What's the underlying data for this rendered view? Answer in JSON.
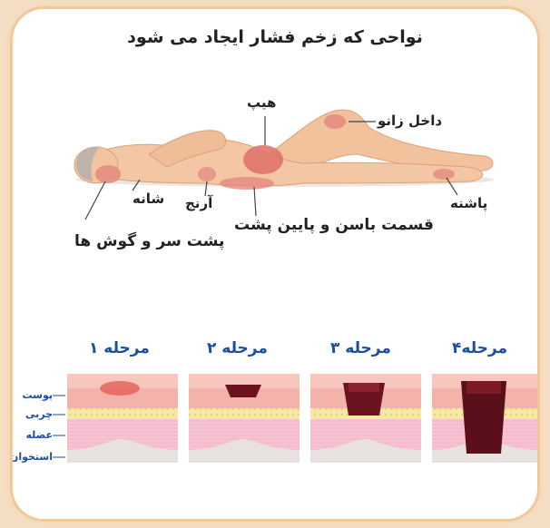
{
  "title": "نواحی که زخم فشار ایجاد می شود",
  "body_labels": {
    "hip": "هیپ",
    "inner_knee": "داخل زانو",
    "shoulder": "شانه",
    "elbow": "آرنج",
    "heel": "پاشنه",
    "sacrum": "قسمت باسن و پایین پشت",
    "head": "پشت سر و گوش ها"
  },
  "stages": [
    {
      "label": "مرحله ۱"
    },
    {
      "label": "مرحله ۲"
    },
    {
      "label": "مرحله ۳"
    },
    {
      "label": "مرحله۴"
    }
  ],
  "layers": {
    "skin": "پوست",
    "fat": "چربی",
    "muscle": "عضله",
    "bone": "استخوان"
  },
  "colors": {
    "skin_top": "#f7c6bf",
    "skin_band": "#f2a69c",
    "fat": "#f5e8a9",
    "muscle": "#f6c3d2",
    "bone": "#e7e2e0",
    "wound": "#6b1420",
    "label_blue": "#1a4fa0",
    "body": "#f3c7a3"
  }
}
